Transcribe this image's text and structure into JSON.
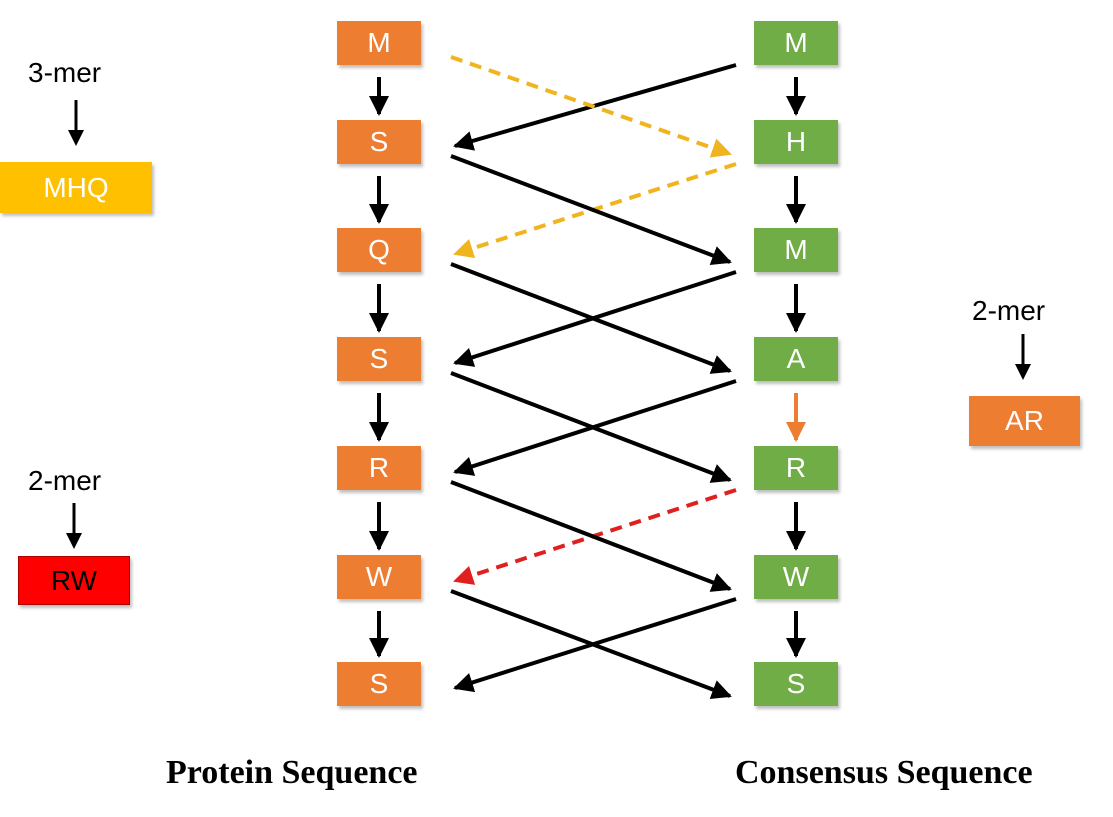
{
  "protein_sequence": [
    "M",
    "S",
    "Q",
    "S",
    "R",
    "W",
    "S"
  ],
  "consensus_sequence": [
    "M",
    "H",
    "M",
    "A",
    "R",
    "W",
    "S"
  ],
  "labels": {
    "protein_title": "Protein Sequence",
    "consensus_title": "Consensus Sequence"
  },
  "kmers": {
    "left_top": {
      "kind": "3-mer",
      "value": "MHQ"
    },
    "left_bottom": {
      "kind": "2-mer",
      "value": "RW"
    },
    "right": {
      "kind": "2-mer",
      "value": "AR"
    }
  },
  "colors": {
    "protein_box": "#ED7D31",
    "consensus_box": "#70AD47",
    "mhq_box": "#FFC000",
    "rw_box": "#FF0000",
    "ar_box": "#ED7D31",
    "black_arrow": "#000000",
    "yellow_dashed_arrow": "#F0B41E",
    "red_dashed_arrow": "#E0201E",
    "orange_arrow": "#ED7D31"
  },
  "links": [
    {
      "from": "consensus.0",
      "to": "protein.1",
      "style": "solid"
    },
    {
      "from": "protein.0",
      "to": "consensus.1",
      "style": "dashed-yellow"
    },
    {
      "from": "consensus.1",
      "to": "protein.2",
      "style": "dashed-yellow"
    },
    {
      "from": "protein.1",
      "to": "consensus.2",
      "style": "solid"
    },
    {
      "from": "consensus.2",
      "to": "protein.3",
      "style": "solid"
    },
    {
      "from": "protein.2",
      "to": "consensus.3",
      "style": "solid"
    },
    {
      "from": "consensus.3",
      "to": "protein.4",
      "style": "solid"
    },
    {
      "from": "protein.3",
      "to": "consensus.4",
      "style": "solid"
    },
    {
      "from": "consensus.4",
      "to": "protein.5",
      "style": "dashed-red"
    },
    {
      "from": "protein.4",
      "to": "consensus.5",
      "style": "solid"
    },
    {
      "from": "consensus.5",
      "to": "protein.6",
      "style": "solid"
    },
    {
      "from": "protein.5",
      "to": "consensus.6",
      "style": "solid"
    }
  ],
  "highlighted_consensus_step": 3
}
